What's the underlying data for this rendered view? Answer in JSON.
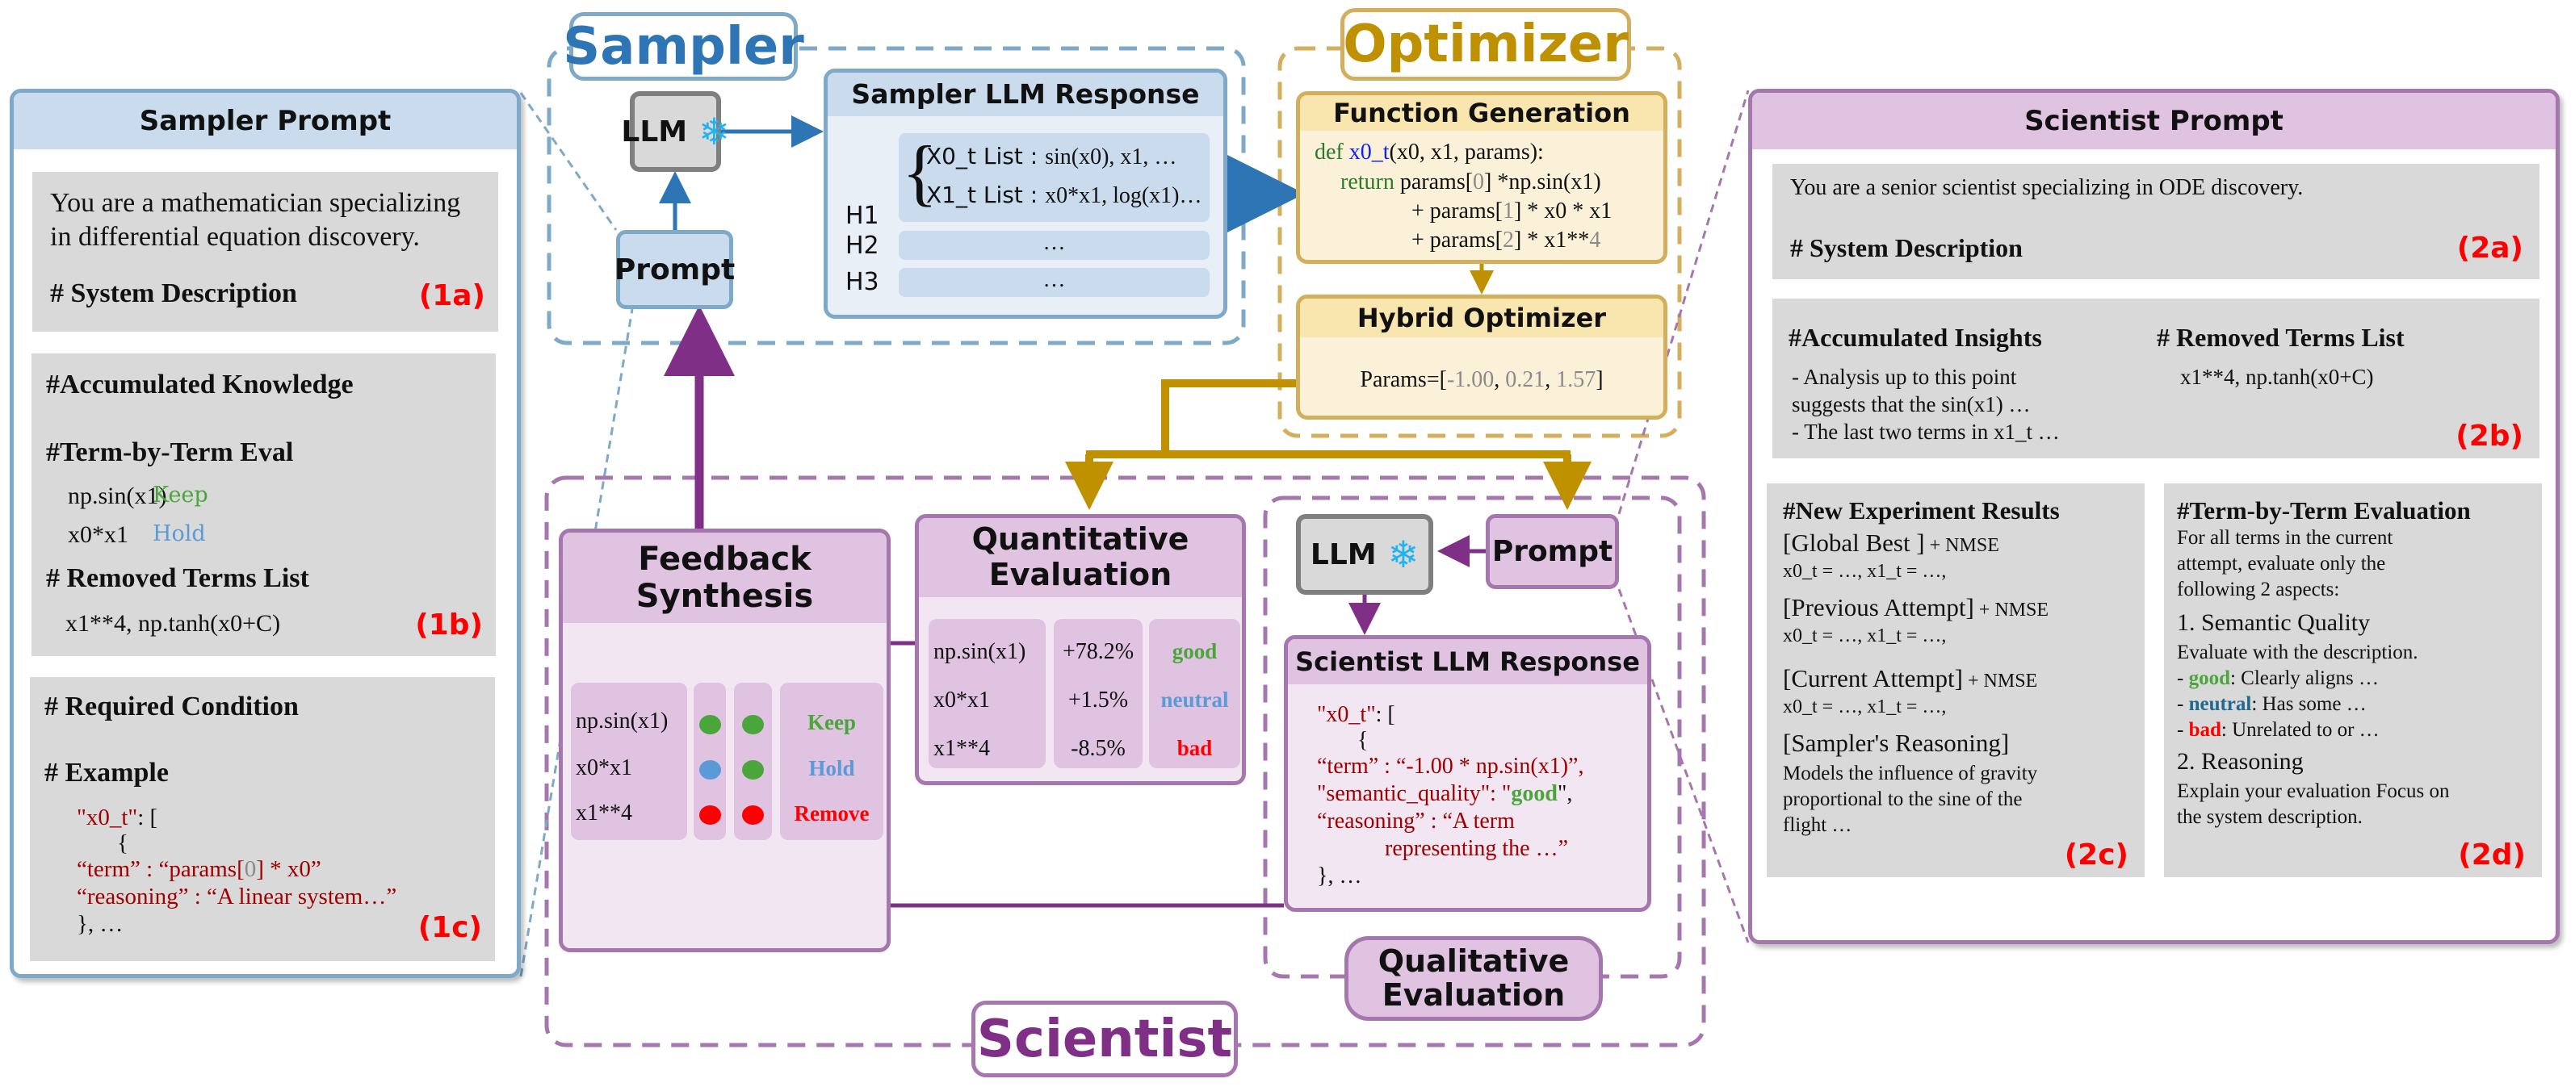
{
  "sampler_prompt": {
    "title": "Sampler Prompt",
    "intro_line1": "You are a mathematician specializing",
    "intro_line2": "in differential equation discovery.",
    "system_description": "# System Description",
    "tag_1a": "(1a)",
    "accumulated_knowledge": "#Accumulated Knowledge",
    "term_by_term_eval": "#Term-by-Term Eval",
    "term_evals": [
      {
        "term": "np.sin(x1)",
        "status": "Keep"
      },
      {
        "term": "x0*x1",
        "status": "Hold"
      }
    ],
    "removed_terms_heading": "# Removed Terms List",
    "removed_terms": "x1**4, np.tanh(x0+C)",
    "tag_1b": "(1b)",
    "required_condition": "# Required Condition",
    "example_heading": "# Example",
    "example_lines": {
      "key": "\"x0_t\"",
      "open": ": [",
      "brace": "{",
      "term_key": "“term” : ",
      "term_val_pre": "“params[",
      "term_idx": "0",
      "term_val_post": "] * x0”",
      "reasoning": "“reasoning” : “A linear system…”",
      "close": "}, …"
    },
    "tag_1c": "(1c)"
  },
  "sampler": {
    "label": "Sampler",
    "llm_label": "LLM",
    "llm_icon": "snowflake-icon",
    "prompt_label": "Prompt",
    "response": {
      "title": "Sampler LLM Response",
      "hypotheses": [
        {
          "id": "H1",
          "lines": [
            {
              "name": "X0_t List : ",
              "value": "sin(x0), x1, …"
            },
            {
              "name": "X1_t List : ",
              "value": "x0*x1, log(x1)…"
            }
          ]
        },
        {
          "id": "H2",
          "text": "…"
        },
        {
          "id": "H3",
          "text": "…"
        }
      ]
    }
  },
  "optimizer": {
    "label": "Optimizer",
    "function_generation": {
      "title": "Function Generation",
      "def_kw": "def ",
      "fn_name": "x0_t",
      "signature": "(x0, x1, params):",
      "return_kw": "return ",
      "line1_pre": "params[",
      "line1_idx": "0",
      "line1_post": "] *np.sin(x1)",
      "line2_pre": "+ params[",
      "line2_idx": "1",
      "line2_post": "] * x0 * x1",
      "line3_pre": "+ params[",
      "line3_idx": "2",
      "line3_post": "] * x1**",
      "line3_exp": "4"
    },
    "hybrid_optimizer": {
      "title": "Hybrid Optimizer",
      "params_label": "Params=[",
      "params": [
        "-1.00",
        "0.21",
        "1.57"
      ],
      "params_close": "]"
    }
  },
  "scientist": {
    "label": "Scientist",
    "feedback_synthesis": {
      "title_line1": "Feedback",
      "title_line2": "Synthesis",
      "rows": [
        {
          "term": "np.sin(x1)",
          "quant": "good",
          "qual": "good",
          "decision": "Keep"
        },
        {
          "term": "x0*x1",
          "quant": "neutral",
          "qual": "good",
          "decision": "Hold"
        },
        {
          "term": "x1**4",
          "quant": "bad",
          "qual": "bad",
          "decision": "Remove"
        }
      ]
    },
    "quantitative_evaluation": {
      "title_line1": "Quantitative",
      "title_line2": "Evaluation",
      "rows": [
        {
          "term": "np.sin(x1)",
          "change": "+78.2%",
          "rating": "good"
        },
        {
          "term": "x0*x1",
          "change": "+1.5%",
          "rating": "neutral"
        },
        {
          "term": "x1**4",
          "change": "-8.5%",
          "rating": "bad"
        }
      ]
    },
    "llm_label": "LLM",
    "llm_icon": "snowflake-icon",
    "prompt_label": "Prompt",
    "response": {
      "title": "Scientist LLM Response",
      "key": "\"x0_t\"",
      "open": ": [",
      "brace": "{",
      "term_line": "“term” : “-1.00 * np.sin(x1)”,",
      "sq_pre": "\"semantic_quality\": \"",
      "sq_val": "good",
      "sq_post": "\",",
      "reasoning_line1": "“reasoning” : “A term",
      "reasoning_line2": "representing the …”",
      "close": "}, …"
    },
    "qualitative_evaluation": {
      "title_line1": "Qualitative",
      "title_line2": "Evaluation"
    }
  },
  "scientist_prompt": {
    "title": "Scientist Prompt",
    "intro": "You are a senior scientist specializing in ODE discovery.",
    "system_description": "# System Description",
    "tag_2a": "(2a)",
    "accumulated_insights": "#Accumulated Insights",
    "insights": [
      "- Analysis up to this point",
      "suggests that the sin(x1) …",
      "- The last two terms in x1_t …"
    ],
    "removed_terms_heading": "# Removed Terms List",
    "removed_terms": "x1**4, np.tanh(x0+C)",
    "tag_2b": "(2b)",
    "new_experiment": {
      "heading": "#New Experiment Results",
      "entries": [
        {
          "label": "[Global Best ]",
          "suffix": " + NMSE",
          "value": "x0_t = …, x1_t = …,"
        },
        {
          "label": "[Previous Attempt]",
          "suffix": " + NMSE",
          "value": "x0_t = …, x1_t = …,"
        },
        {
          "label": "[Current Attempt]",
          "suffix": " + NMSE",
          "value": "x0_t = …, x1_t = …,"
        }
      ],
      "reasoning_label": "[Sampler's Reasoning]",
      "reasoning_lines": [
        "Models the influence of gravity",
        "proportional to the sine of the",
        "flight …"
      ],
      "tag": "(2c)"
    },
    "term_eval": {
      "heading": "#Term-by-Term Evaluation",
      "intro_lines": [
        "For all terms in the current",
        "attempt, evaluate only the",
        "following 2 aspects:"
      ],
      "aspect1": "1. Semantic Quality",
      "aspect1_desc": "Evaluate with the description.",
      "ratings": [
        {
          "prefix": "- ",
          "label": "good",
          "desc": ": Clearly aligns …"
        },
        {
          "prefix": "- ",
          "label": "neutral",
          "desc": ": Has some …"
        },
        {
          "prefix": "- ",
          "label": "bad",
          "desc": ": Unrelated to or …"
        }
      ],
      "aspect2": "2. Reasoning",
      "aspect2_lines": [
        "Explain your evaluation Focus on",
        "the system description."
      ],
      "tag": "(2d)"
    }
  },
  "colors": {
    "sampler_blue": "#2e75b6",
    "sampler_border": "#7ea9c9",
    "sampler_fill": "#c9dbec",
    "optimizer_gold": "#bf9000",
    "optimizer_border": "#d3ae5c",
    "optimizer_fill": "#fbf1d8",
    "scientist_purple": "#7f2f86",
    "scientist_border": "#a677ae",
    "scientist_fill": "#dfc3e0",
    "good": "#4aa63a",
    "neutral": "#5b9ad8",
    "bad": "#ff0000",
    "tag_red": "#ff0000"
  }
}
